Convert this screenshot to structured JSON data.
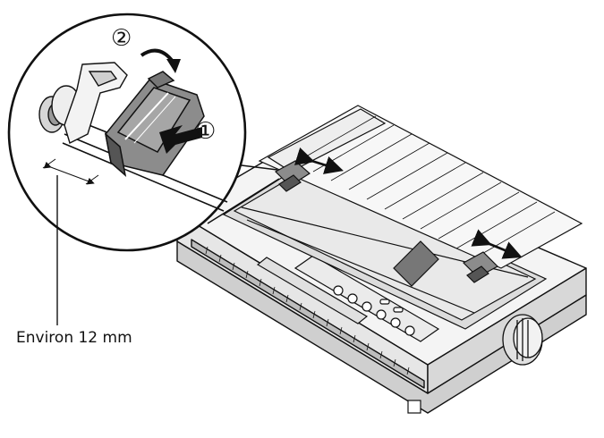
{
  "labels": {
    "measurement": "Environ 12 mm",
    "step_one": "①",
    "step_two": "②"
  },
  "colors": {
    "line": "#111111",
    "body_light": "#f2f2f2",
    "body_mid": "#d4d4d4",
    "body_dark": "#9a9a9a",
    "tractor_grey": "#8c8c8c",
    "arrow_fill": "#111111"
  },
  "icons": {
    "push_arrow": "black-arrow-left-icon",
    "rotate_arrow": "curved-arrow-icon",
    "slide_arrow": "double-headed-arrow-icon"
  }
}
